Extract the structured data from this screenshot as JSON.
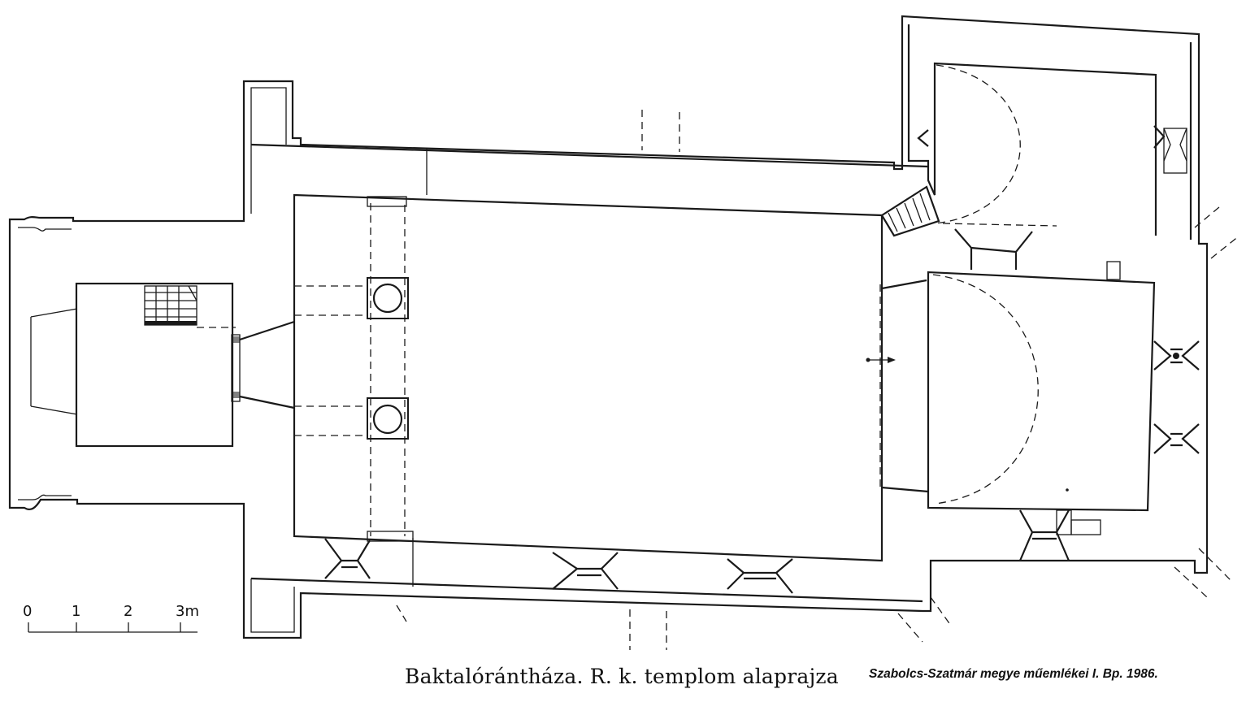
{
  "caption": "Baktalórántháza. R. k. templom alaprajza",
  "source": "Szabolcs-Szatmár megye műemlékei I. Bp. 1986.",
  "scale_bar": {
    "ticks": [
      "0",
      "1",
      "2",
      "3m"
    ]
  }
}
